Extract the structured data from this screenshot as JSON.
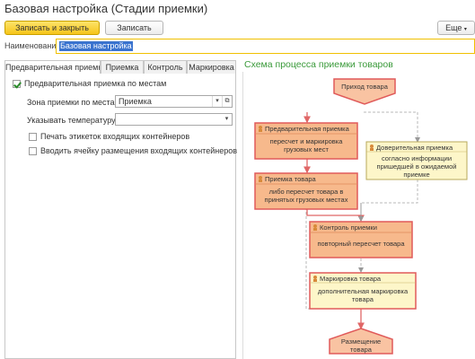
{
  "window": {
    "title": "Базовая настройка (Стадии приемки)"
  },
  "toolbar": {
    "save_close": "Записать и закрыть",
    "save": "Записать",
    "more": "Еще"
  },
  "name": {
    "label": "Наименование:",
    "value": "Базовая настройка"
  },
  "tabs": [
    {
      "label": "Предварительная приемка"
    },
    {
      "label": "Приемка"
    },
    {
      "label": "Контроль"
    },
    {
      "label": "Маркировка"
    }
  ],
  "form": {
    "prelim_by_places": "Предварительная приемка по местам",
    "zone_label": "Зона приемки по местам:",
    "zone_value": "Приемка",
    "temp_label": "Указывать температуру:",
    "temp_value": "",
    "print_labels": "Печать этикеток входящих контейнеров",
    "enter_cell": "Вводить ячейку размещения входящих контейнеров"
  },
  "scheme": {
    "title": "Схема процесса приемки товаров",
    "arrival": "Приход товара",
    "placement": "Размещение товара",
    "prelim": {
      "title": "Предварительная приемка",
      "text": "пересчет и маркировка грузовых мест"
    },
    "trust": {
      "title": "Доверительная приемка",
      "text": "согласно информации пришедшей в ожидаемой приемке"
    },
    "receive": {
      "title": "Приемка товара",
      "text": "либо пересчет товара в принятых грузовых местах"
    },
    "control": {
      "title": "Контроль приемки",
      "text": "повторный пересчет товара"
    },
    "marking": {
      "title": "Маркировка товара",
      "text": "дополнительная маркировка товара"
    }
  }
}
